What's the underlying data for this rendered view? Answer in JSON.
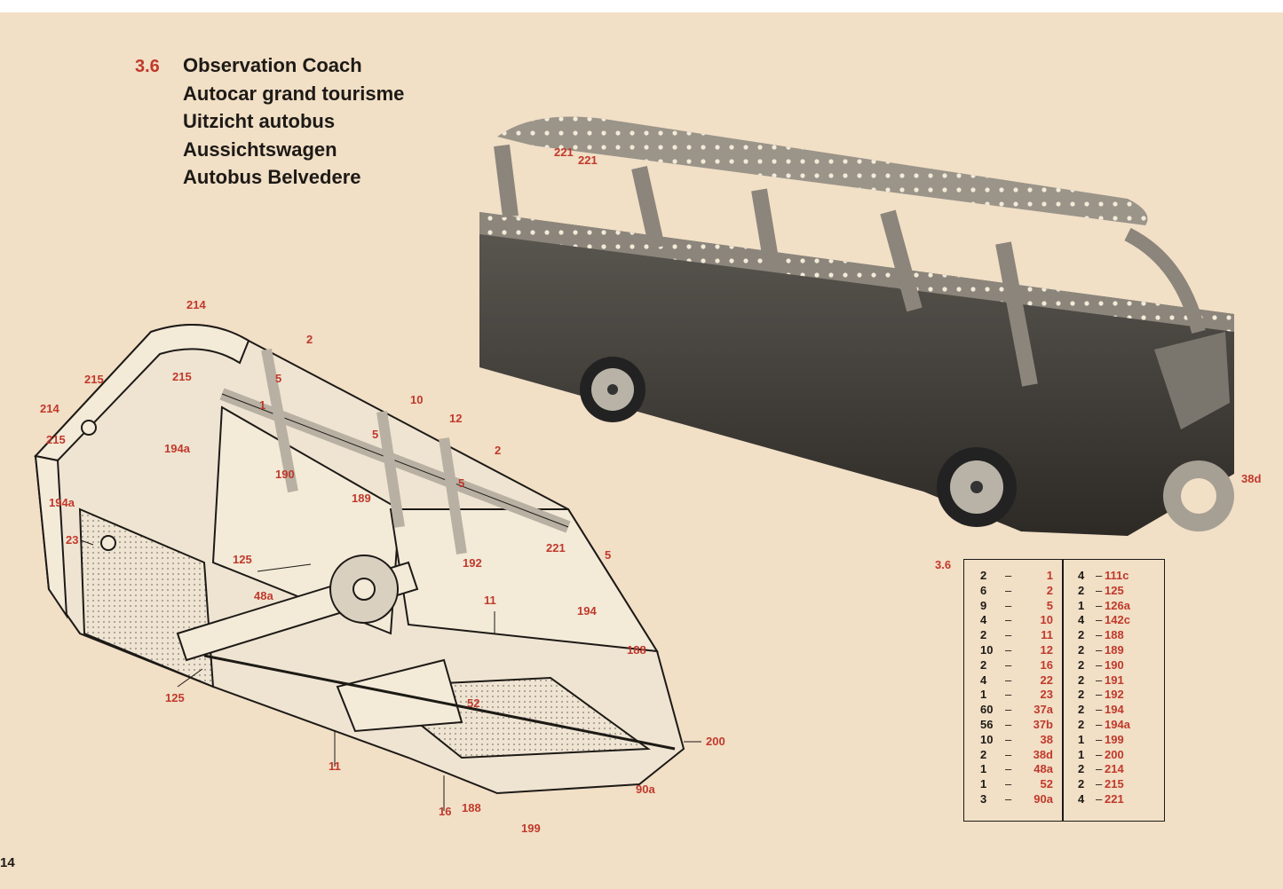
{
  "title": {
    "number": "3.6",
    "lines": [
      "Observation Coach",
      "Autocar grand tourisme",
      "Uitzicht autobus",
      "Aussichtswagen",
      "Autobus Belvedere"
    ]
  },
  "page_number": "14",
  "diagram_labels": [
    {
      "id": "l214a",
      "text": "214"
    },
    {
      "id": "l2a",
      "text": "2"
    },
    {
      "id": "l215a",
      "text": "215"
    },
    {
      "id": "l215b",
      "text": "215"
    },
    {
      "id": "l214b",
      "text": "214"
    },
    {
      "id": "l215c",
      "text": "215"
    },
    {
      "id": "l5a",
      "text": "5"
    },
    {
      "id": "l1",
      "text": "1"
    },
    {
      "id": "l10",
      "text": "10"
    },
    {
      "id": "l12",
      "text": "12"
    },
    {
      "id": "l5b",
      "text": "5"
    },
    {
      "id": "l2b",
      "text": "2"
    },
    {
      "id": "l194a1",
      "text": "194a"
    },
    {
      "id": "l190",
      "text": "190"
    },
    {
      "id": "l189",
      "text": "189"
    },
    {
      "id": "l5c",
      "text": "5"
    },
    {
      "id": "l194a2",
      "text": "194a"
    },
    {
      "id": "l23",
      "text": "23"
    },
    {
      "id": "l125a",
      "text": "125"
    },
    {
      "id": "l221a",
      "text": "221"
    },
    {
      "id": "l5d",
      "text": "5"
    },
    {
      "id": "l192",
      "text": "192"
    },
    {
      "id": "l48a",
      "text": "48a"
    },
    {
      "id": "l11a",
      "text": "11"
    },
    {
      "id": "l194",
      "text": "194"
    },
    {
      "id": "l188a",
      "text": "188"
    },
    {
      "id": "l125b",
      "text": "125"
    },
    {
      "id": "l52",
      "text": "52"
    },
    {
      "id": "l200",
      "text": "200"
    },
    {
      "id": "l11b",
      "text": "11"
    },
    {
      "id": "l90a",
      "text": "90a"
    },
    {
      "id": "l16",
      "text": "16"
    },
    {
      "id": "l188b",
      "text": "188"
    },
    {
      "id": "l199",
      "text": "199"
    },
    {
      "id": "l221b",
      "text": "221"
    },
    {
      "id": "l221c",
      "text": "221"
    },
    {
      "id": "l38d",
      "text": "38d"
    }
  ],
  "parts_list": {
    "code": "3.6",
    "left": [
      {
        "qty": "2",
        "part": "1"
      },
      {
        "qty": "6",
        "part": "2"
      },
      {
        "qty": "9",
        "part": "5"
      },
      {
        "qty": "4",
        "part": "10"
      },
      {
        "qty": "2",
        "part": "11"
      },
      {
        "qty": "10",
        "part": "12"
      },
      {
        "qty": "2",
        "part": "16"
      },
      {
        "qty": "4",
        "part": "22"
      },
      {
        "qty": "1",
        "part": "23"
      },
      {
        "qty": "60",
        "part": "37a"
      },
      {
        "qty": "56",
        "part": "37b"
      },
      {
        "qty": "10",
        "part": "38"
      },
      {
        "qty": "2",
        "part": "38d"
      },
      {
        "qty": "1",
        "part": "48a"
      },
      {
        "qty": "1",
        "part": "52"
      },
      {
        "qty": "3",
        "part": "90a"
      }
    ],
    "right": [
      {
        "qty": "4",
        "part": "111c"
      },
      {
        "qty": "2",
        "part": "125"
      },
      {
        "qty": "1",
        "part": "126a"
      },
      {
        "qty": "4",
        "part": "142c"
      },
      {
        "qty": "2",
        "part": "188"
      },
      {
        "qty": "2",
        "part": "189"
      },
      {
        "qty": "2",
        "part": "190"
      },
      {
        "qty": "2",
        "part": "191"
      },
      {
        "qty": "2",
        "part": "192"
      },
      {
        "qty": "2",
        "part": "194"
      },
      {
        "qty": "2",
        "part": "194a"
      },
      {
        "qty": "1",
        "part": "199"
      },
      {
        "qty": "1",
        "part": "200"
      },
      {
        "qty": "2",
        "part": "214"
      },
      {
        "qty": "2",
        "part": "215"
      },
      {
        "qty": "4",
        "part": "221"
      }
    ]
  }
}
